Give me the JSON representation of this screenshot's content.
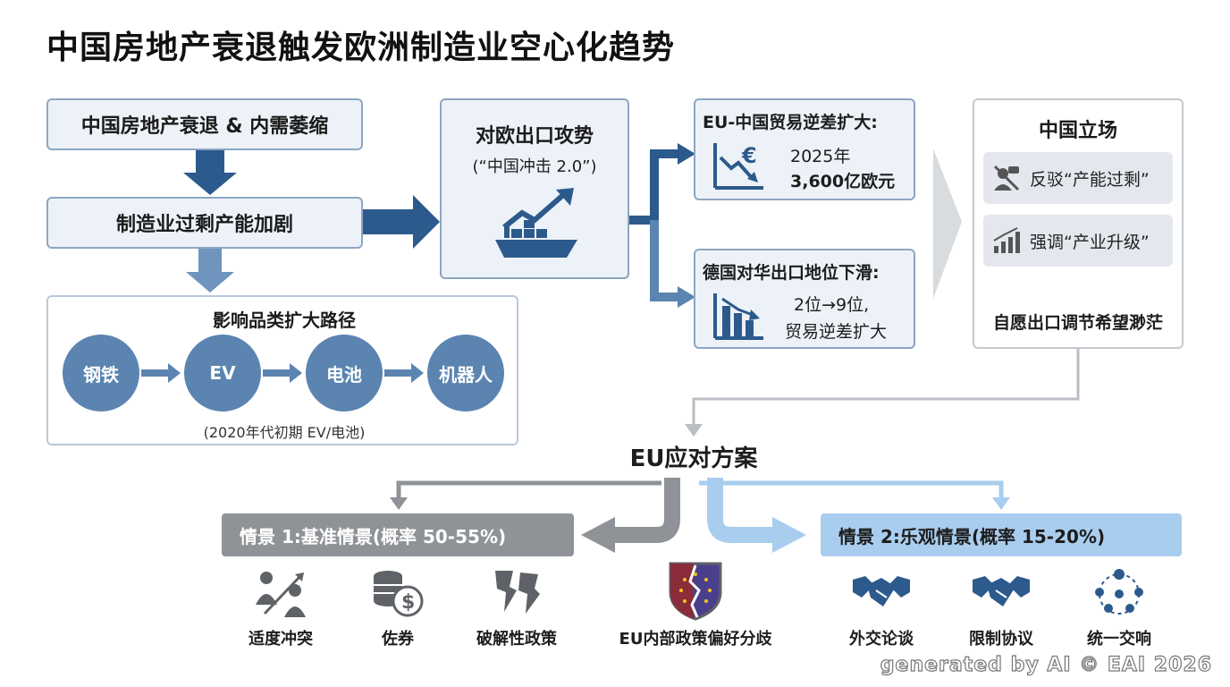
{
  "title": "中国房地产衰退触发欧洲制造业空心化趋势",
  "left": {
    "box1": "中国房地产衰退 & 内需萎缩",
    "box2": "制造业过剩产能加剧",
    "path_title": "影响品类扩大路径",
    "circles": [
      "钢铁",
      "EV",
      "电池",
      "机器人"
    ],
    "path_note": "(2020年代初期 EV/电池)"
  },
  "export": {
    "title": "对欧出口攻势",
    "subtitle": "(“中国冲击 2.0”)",
    "icon": "ship-rising-arrow-icon"
  },
  "deficit": {
    "title": "EU-中国贸易逆差扩大:",
    "year": "2025年",
    "amount": "3,600亿欧元",
    "icon": "euro-down-chart-icon"
  },
  "germany": {
    "title": "德国对华出口地位下滑:",
    "line1": "2位→9位,",
    "line2": "贸易逆差扩大",
    "icon": "bar-down-chart-icon"
  },
  "china": {
    "title": "中国立场",
    "item1": "反驳“产能过剩”",
    "item2": "强调“产业升级”",
    "footer": "自愿出口调节希望渺茫"
  },
  "eu_response": "EU应对方案",
  "scenario1": "情景 1:基准情景(概率 50-55%)",
  "scenario2": "情景 2:乐观情景(概率 15-20%)",
  "icons_bottom": [
    {
      "label": "适度冲突",
      "icon": "conflict-icon"
    },
    {
      "label": "佐券",
      "icon": "coin-stack-icon"
    },
    {
      "label": "破解性政策",
      "icon": "broken-policy-icon"
    },
    {
      "label": "EU内部政策偏好分歧",
      "icon": "eu-shield-icon"
    },
    {
      "label": "外交论谈",
      "icon": "handshake-icon"
    },
    {
      "label": "限制协议",
      "icon": "handshake-icon"
    },
    {
      "label": "统一交响",
      "icon": "network-people-icon"
    }
  ],
  "watermark": "generated by AI © EAI 2026",
  "colors": {
    "dark_blue": "#2d5a8c",
    "mid_blue": "#5b84b1",
    "light_blue": "#a9cdee",
    "gray": "#8f9397"
  }
}
